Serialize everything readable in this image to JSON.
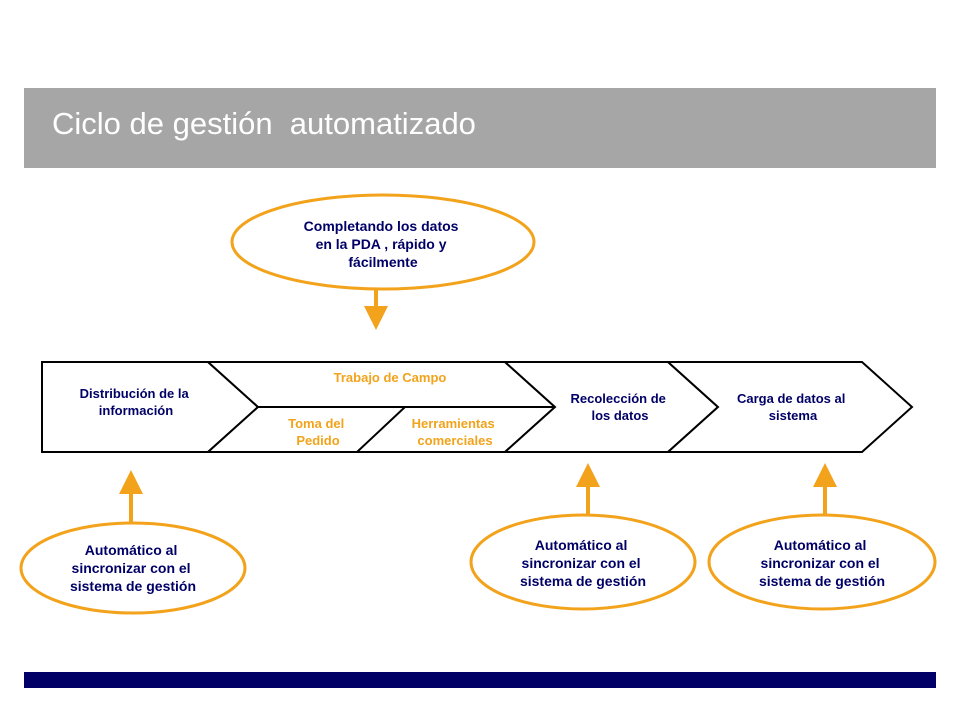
{
  "title": "Ciclo de gestión  automatizado",
  "colors": {
    "title_bar": "#a6a6a6",
    "footer_bar": "#000066",
    "accent_orange": "#f2a31b",
    "text_navy": "#000066"
  },
  "callouts": {
    "top": [
      "Completando los datos",
      "en la PDA , rápido y",
      "fácilmente"
    ],
    "bottom_left": [
      "Automático al",
      "sincronizar con el",
      "sistema de gestión"
    ],
    "bottom_mid": [
      "Automático al",
      "sincronizar con el",
      "sistema de gestión"
    ],
    "bottom_right": [
      "Automático al",
      "sincronizar con el",
      "sistema de gestión"
    ]
  },
  "stages": {
    "distribucion": [
      "Distribución de la",
      "información"
    ],
    "trabajo": "Trabajo de Campo",
    "toma": [
      "Toma del",
      "Pedido"
    ],
    "herramientas": [
      "Herramientas",
      "comerciales"
    ],
    "recoleccion": [
      "Recolección de",
      "los datos"
    ],
    "carga": [
      "Carga de datos al",
      "sistema"
    ]
  }
}
